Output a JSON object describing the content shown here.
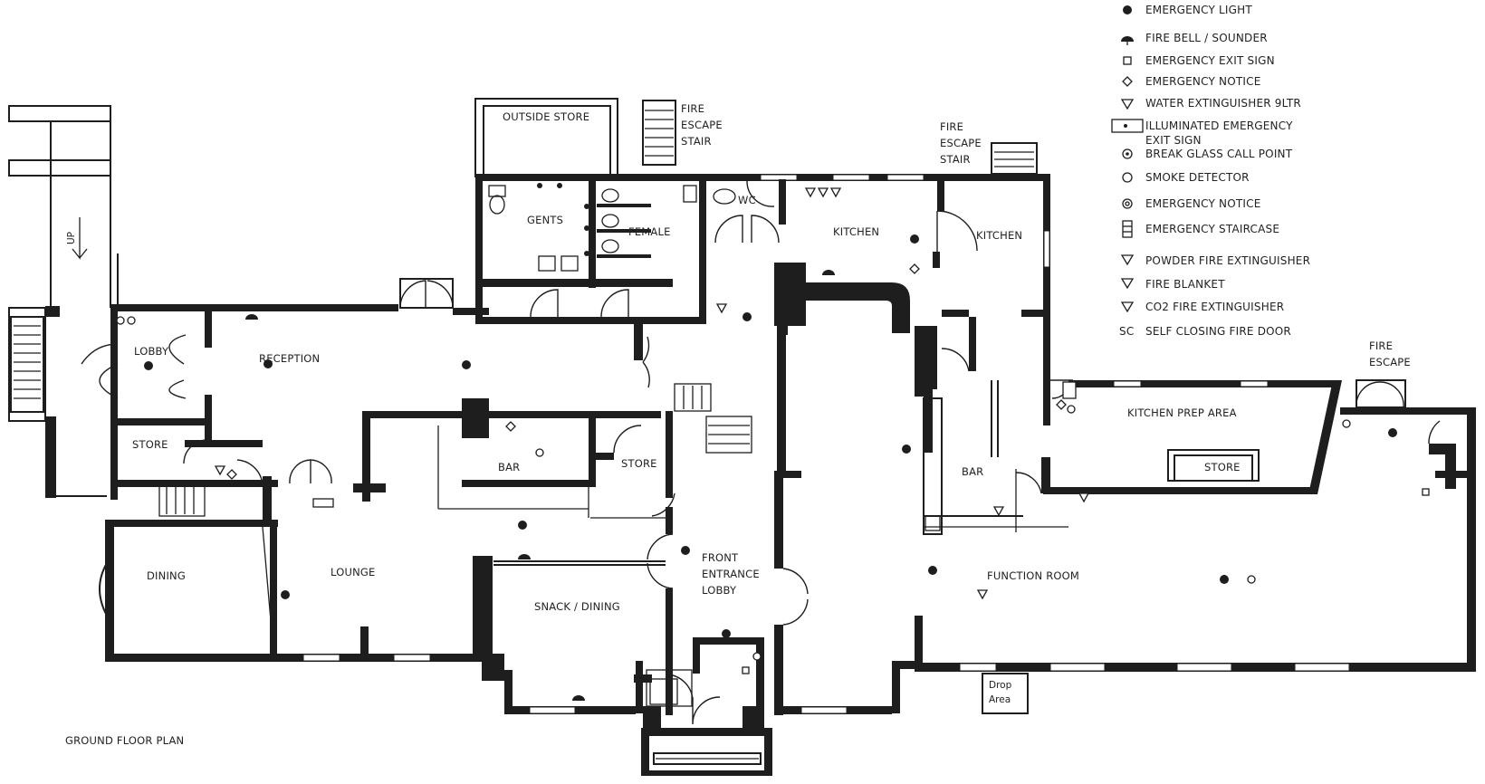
{
  "legend": [
    {
      "symbol": "dot",
      "text": "EMERGENCY LIGHT"
    },
    {
      "symbol": "bell",
      "text": "FIRE BELL / SOUNDER"
    },
    {
      "symbol": "square",
      "text": "EMERGENCY EXIT SIGN"
    },
    {
      "symbol": "diamond",
      "text": "EMERGENCY NOTICE"
    },
    {
      "symbol": "triangle-w",
      "text": "WATER EXTINGUISHER 9LTR"
    },
    {
      "symbol": "ill-sign",
      "text": "ILLUMINATED EMERGENCY"
    },
    {
      "symbol": "none",
      "text": "EXIT SIGN"
    },
    {
      "symbol": "call-point",
      "text": "BREAK GLASS CALL POINT"
    },
    {
      "symbol": "circle",
      "text": "SMOKE DETECTOR"
    },
    {
      "symbol": "circle-n",
      "text": "EMERGENCY NOTICE"
    },
    {
      "symbol": "stair",
      "text": "EMERGENCY STAIRCASE"
    },
    {
      "symbol": "triangle-p",
      "text": "POWDER FIRE EXTINGUISHER"
    },
    {
      "symbol": "triangle-b",
      "text": "FIRE BLANKET"
    },
    {
      "symbol": "triangle-c",
      "text": "CO2 FIRE EXTINGUISHER"
    },
    {
      "symbol": "sc",
      "text": "SELF CLOSING FIRE DOOR"
    }
  ],
  "legend_sc": "SC",
  "plan_title": "GROUND FLOOR PLAN",
  "stair_mark": "UP",
  "rooms": {
    "outside_store": "OUTSIDE STORE",
    "fire_escape_stair_1": [
      "FIRE",
      "ESCAPE",
      "STAIR"
    ],
    "fire_escape_stair_2": [
      "FIRE",
      "ESCAPE",
      "STAIR"
    ],
    "fire_escape_3": [
      "FIRE",
      "ESCAPE"
    ],
    "gents": "GENTS",
    "female": "FEMALE",
    "wc": "WC",
    "kitchen_1": "KITCHEN",
    "kitchen_2": "KITCHEN",
    "lobby": "LOBBY",
    "reception": "RECEPTION",
    "store_1": "STORE",
    "bar_1": "BAR",
    "store_2": "STORE",
    "kitchen_prep": "KITCHEN PREP AREA",
    "store_3": "STORE",
    "bar_2": "BAR",
    "dining": "DINING",
    "lounge": "LOUNGE",
    "snack_dining": "SNACK / DINING",
    "front_entrance": [
      "FRONT",
      "ENTRANCE",
      "LOBBY"
    ],
    "function_room": "FUNCTION ROOM",
    "drop_area": [
      "Drop",
      "Area"
    ]
  }
}
